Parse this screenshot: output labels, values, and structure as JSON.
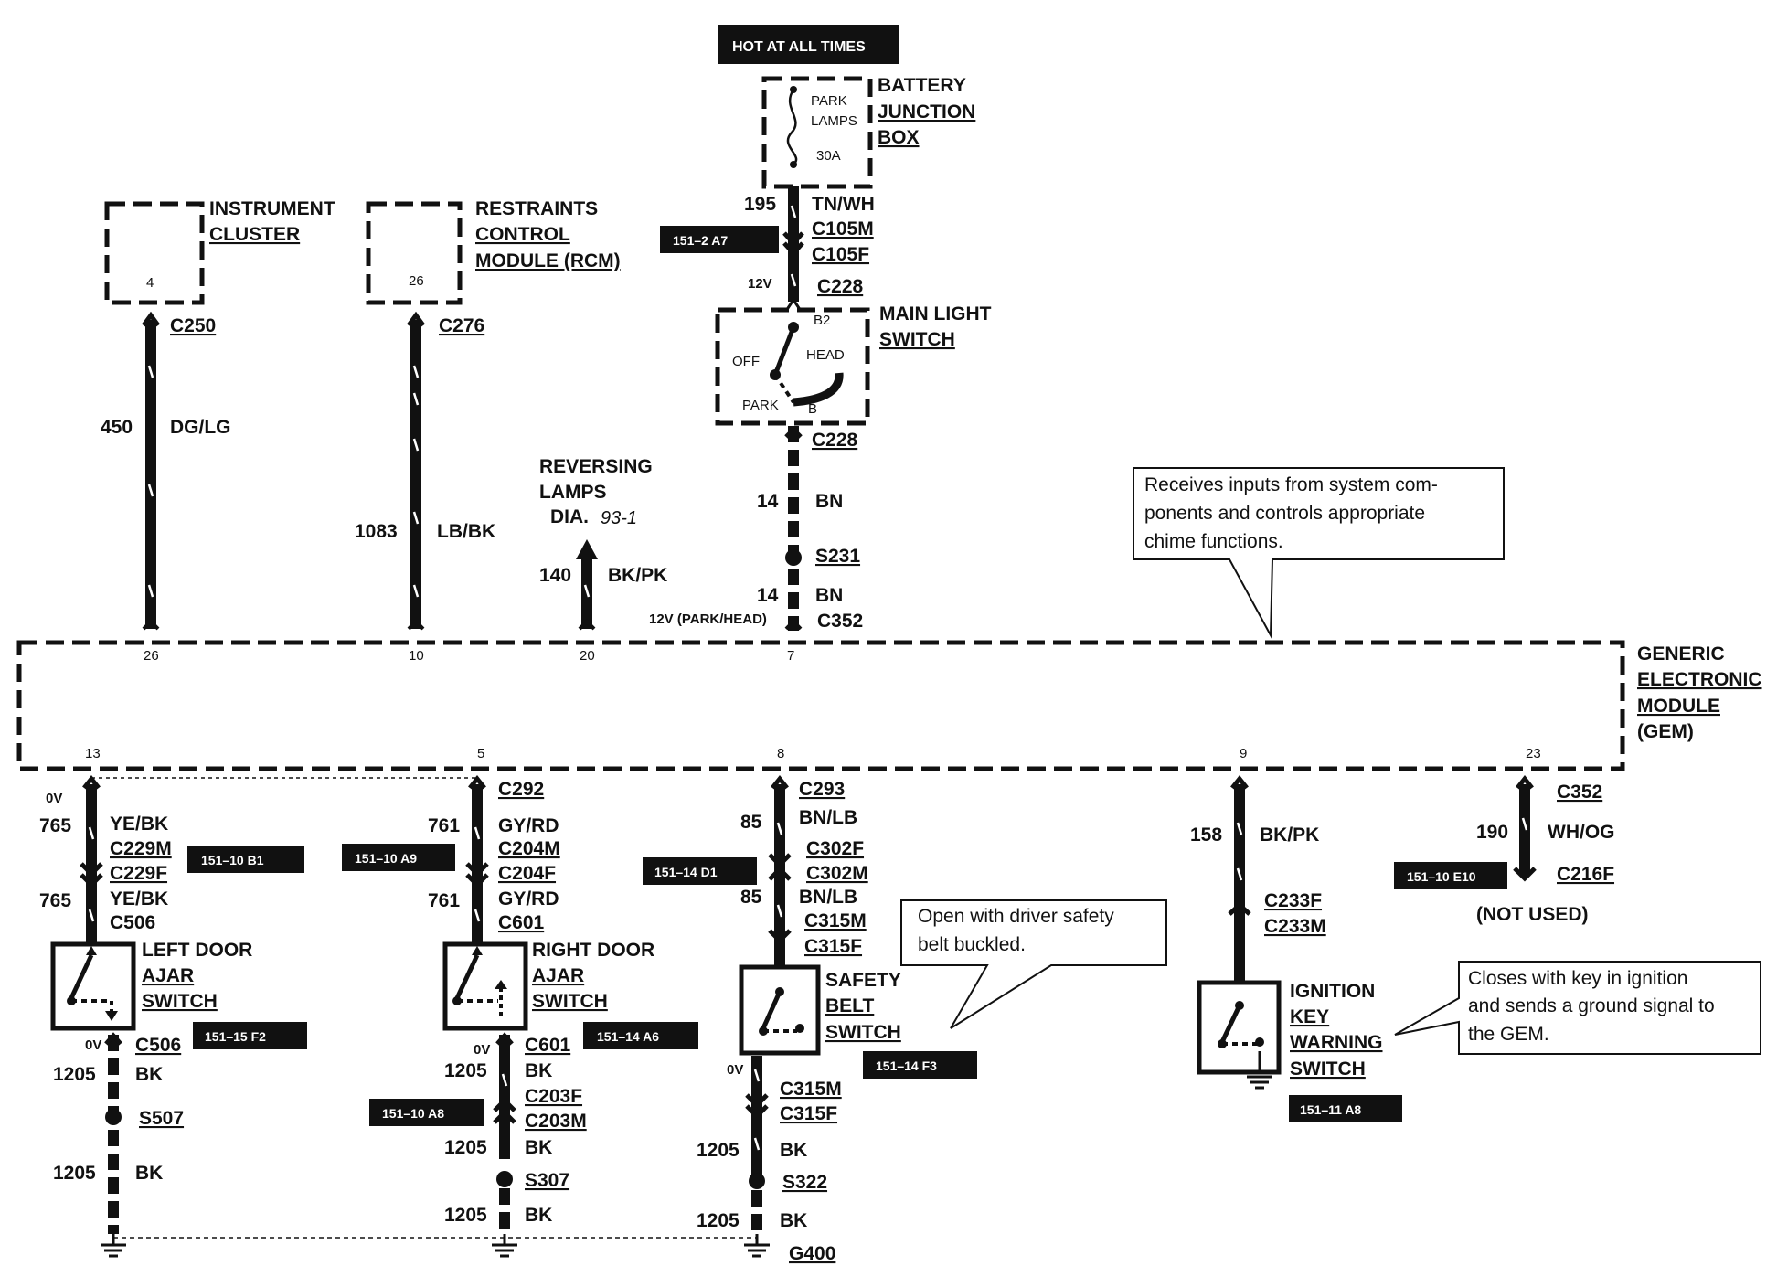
{
  "hot_label": "HOT AT ALL TIMES",
  "battery_junction_box": {
    "line1": "BATTERY",
    "line2": "JUNCTION",
    "line3": "BOX",
    "fuse_label_1": "PARK",
    "fuse_label_2": "LAMPS",
    "fuse_rating": "30A"
  },
  "feed_wire": {
    "circuit": "195",
    "color": "TN/WH",
    "conn1": "C105M",
    "conn2": "C105F",
    "ref": "151–2 A7",
    "volt": "12V",
    "conn3": "C228"
  },
  "main_light_switch": {
    "line1": "MAIN LIGHT",
    "line2": "SWITCH",
    "pin_b2": "B2",
    "pos_off": "OFF",
    "pos_head": "HEAD",
    "pos_park": "PARK",
    "pin_b": "B",
    "conn_out": "C228"
  },
  "bn_wire": {
    "circuit_a": "14",
    "color_a": "BN",
    "splice": "S231",
    "circuit_b": "14",
    "color_b": "BN",
    "volt": "12V (PARK/HEAD)",
    "conn": "C352"
  },
  "instrument_cluster": {
    "line1": "INSTRUMENT",
    "line2": "CLUSTER",
    "pin": "4",
    "conn": "C250",
    "circuit": "450",
    "color": "DG/LG"
  },
  "rcm": {
    "line1": "RESTRAINTS",
    "line2": "CONTROL",
    "line3": "MODULE (RCM)",
    "pin": "26",
    "conn": "C276",
    "circuit": "1083",
    "color": "LB/BK"
  },
  "reversing": {
    "line1": "REVERSING",
    "line2": "LAMPS",
    "line3": "DIA.",
    "dia_num": "93-1",
    "circuit": "140",
    "color": "BK/PK"
  },
  "gem": {
    "line1": "GENERIC",
    "line2": "ELECTRONIC",
    "line3": "MODULE",
    "line4": "(GEM)",
    "top_pins": [
      "26",
      "10",
      "20",
      "7"
    ],
    "bottom_pins": [
      "13",
      "5",
      "8",
      "9",
      "23"
    ]
  },
  "callout_gem": {
    "line1": "Receives inputs from system com-",
    "line2": "ponents and controls appropriate",
    "line3": "chime functions."
  },
  "left_door": {
    "volt_top": "0V",
    "circuit1": "765",
    "color1": "YE/BK",
    "conn1": "C229M",
    "conn2": "C229F",
    "ref1": "151–10 B1",
    "circuit2": "765",
    "color2": "YE/BK",
    "conn3": "C506",
    "line1": "LEFT DOOR",
    "line2": "AJAR",
    "line3": "SWITCH",
    "ref2": "151–15 F2",
    "volt_bot": "0V",
    "conn4": "C506",
    "circuit3": "1205",
    "color3": "BK",
    "splice": "S507",
    "circuit4": "1205",
    "color4": "BK"
  },
  "right_door": {
    "conn1": "C292",
    "circuit1": "761",
    "color1": "GY/RD",
    "conn2": "C204M",
    "conn3": "C204F",
    "ref1": "151–10 A9",
    "circuit2": "761",
    "color2": "GY/RD",
    "conn4": "C601",
    "line1": "RIGHT DOOR",
    "line2": "AJAR",
    "line3": "SWITCH",
    "ref2": "151–14 A6",
    "volt_bot": "0V",
    "conn5": "C601",
    "circuit3": "1205",
    "color3": "BK",
    "conn6": "C203F",
    "conn7": "C203M",
    "ref3": "151–10 A8",
    "circuit4": "1205",
    "color4": "BK",
    "splice": "S307",
    "circuit5": "1205",
    "color5": "BK"
  },
  "safety_belt": {
    "conn1": "C293",
    "circuit1": "85",
    "color1": "BN/LB",
    "conn2": "C302F",
    "conn3": "C302M",
    "ref1": "151–14 D1",
    "circuit2": "85",
    "color2": "BN/LB",
    "conn4": "C315M",
    "conn5": "C315F",
    "line1": "SAFETY",
    "line2": "BELT",
    "line3": "SWITCH",
    "ref2": "151–14 F3",
    "volt_bot": "0V",
    "conn6": "C315M",
    "conn7": "C315F",
    "circuit3": "1205",
    "color3": "BK",
    "splice": "S322",
    "circuit4": "1205",
    "color4": "BK",
    "ground": "G400"
  },
  "callout_belt": {
    "line1": "Open with driver safety",
    "line2": "belt buckled."
  },
  "ignition_key": {
    "circuit": "158",
    "color": "BK/PK",
    "conn1": "C233F",
    "conn2": "C233M",
    "line1": "IGNITION",
    "line2": "KEY",
    "line3": "WARNING",
    "line4": "SWITCH",
    "ref": "151–11 A8"
  },
  "pin23": {
    "conn1": "C352",
    "circuit": "190",
    "color": "WH/OG",
    "conn2": "C216F",
    "ref": "151–10 E10",
    "not_used": "(NOT USED)"
  },
  "callout_ignition": {
    "line1": "Closes with key in ignition",
    "line2": "and sends a ground signal to",
    "line3": "the GEM."
  }
}
